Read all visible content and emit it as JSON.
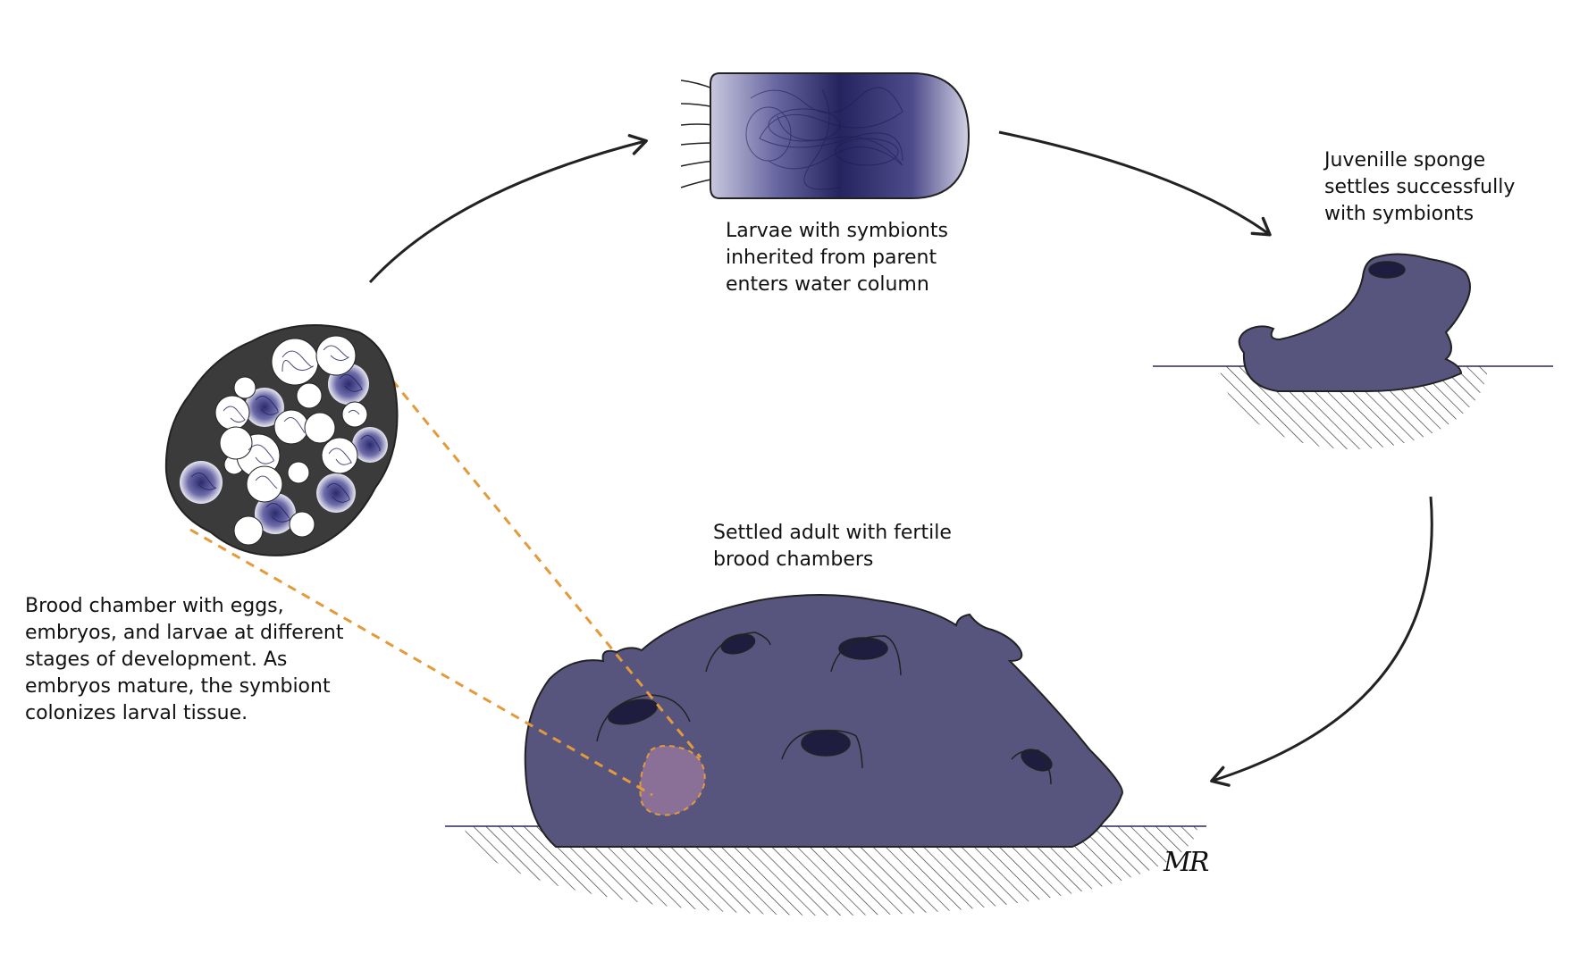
{
  "labels": {
    "larvae": [
      "Larvae with symbionts",
      "inherited from parent",
      "enters water column"
    ],
    "juvenile": [
      "Juvenille sponge",
      "settles successfully",
      "with symbionts"
    ],
    "adult": [
      "Settled adult with fertile",
      "brood chambers"
    ],
    "brood": [
      "Brood chamber with eggs,",
      "embryos, and larvae at different",
      "stages of development. As",
      "embryos mature, the symbiont",
      "colonizes larval tissue."
    ]
  },
  "signature": "MR",
  "colors": {
    "sponge_body": "#57557e",
    "osculum": "#1e1d40",
    "larva_dark": "#22215f",
    "brood_chamber": "#3b3b3b",
    "zoom_dash": "#e49a3a",
    "highlight": "#8a6f96",
    "arrow": "#222222"
  }
}
